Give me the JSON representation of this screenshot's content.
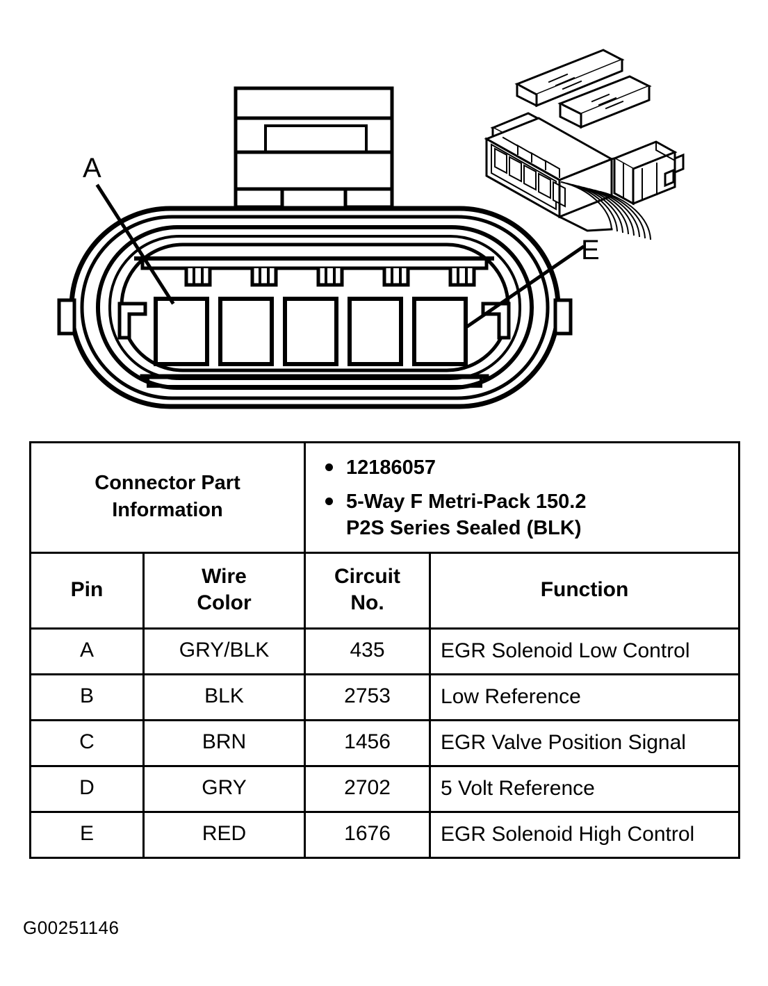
{
  "figure": {
    "callouts": [
      {
        "label": "A",
        "name": "callout-a",
        "pin": "A"
      },
      {
        "label": "E",
        "name": "callout-e",
        "pin": "E"
      }
    ],
    "views": {
      "face_view": "5-way connector face view",
      "iso_view": "5-way connector isometric view"
    },
    "cavity_count": 5,
    "figure_id": "G00251146"
  },
  "table": {
    "part_info": {
      "label_line1": "Connector Part",
      "label_line2": "Information",
      "bullets": [
        "12186057",
        "5-Way F Metri-Pack 150.2 P2S Series Sealed (BLK)"
      ],
      "bullet2_line1": "5-Way F Metri-Pack 150.2",
      "bullet2_line2": "P2S Series Sealed (BLK)"
    },
    "headers": {
      "pin": "Pin",
      "wire_color_line1": "Wire",
      "wire_color_line2": "Color",
      "circuit_no_line1": "Circuit",
      "circuit_no_line2": "No.",
      "function": "Function"
    },
    "rows": [
      {
        "pin": "A",
        "wire_color": "GRY/BLK",
        "circuit_no": "435",
        "function": "EGR Solenoid Low Control"
      },
      {
        "pin": "B",
        "wire_color": "BLK",
        "circuit_no": "2753",
        "function": "Low Reference"
      },
      {
        "pin": "C",
        "wire_color": "BRN",
        "circuit_no": "1456",
        "function": "EGR Valve Position Signal"
      },
      {
        "pin": "D",
        "wire_color": "GRY",
        "circuit_no": "2702",
        "function": "5 Volt Reference"
      },
      {
        "pin": "E",
        "wire_color": "RED",
        "circuit_no": "1676",
        "function": "EGR Solenoid High Control"
      }
    ]
  }
}
